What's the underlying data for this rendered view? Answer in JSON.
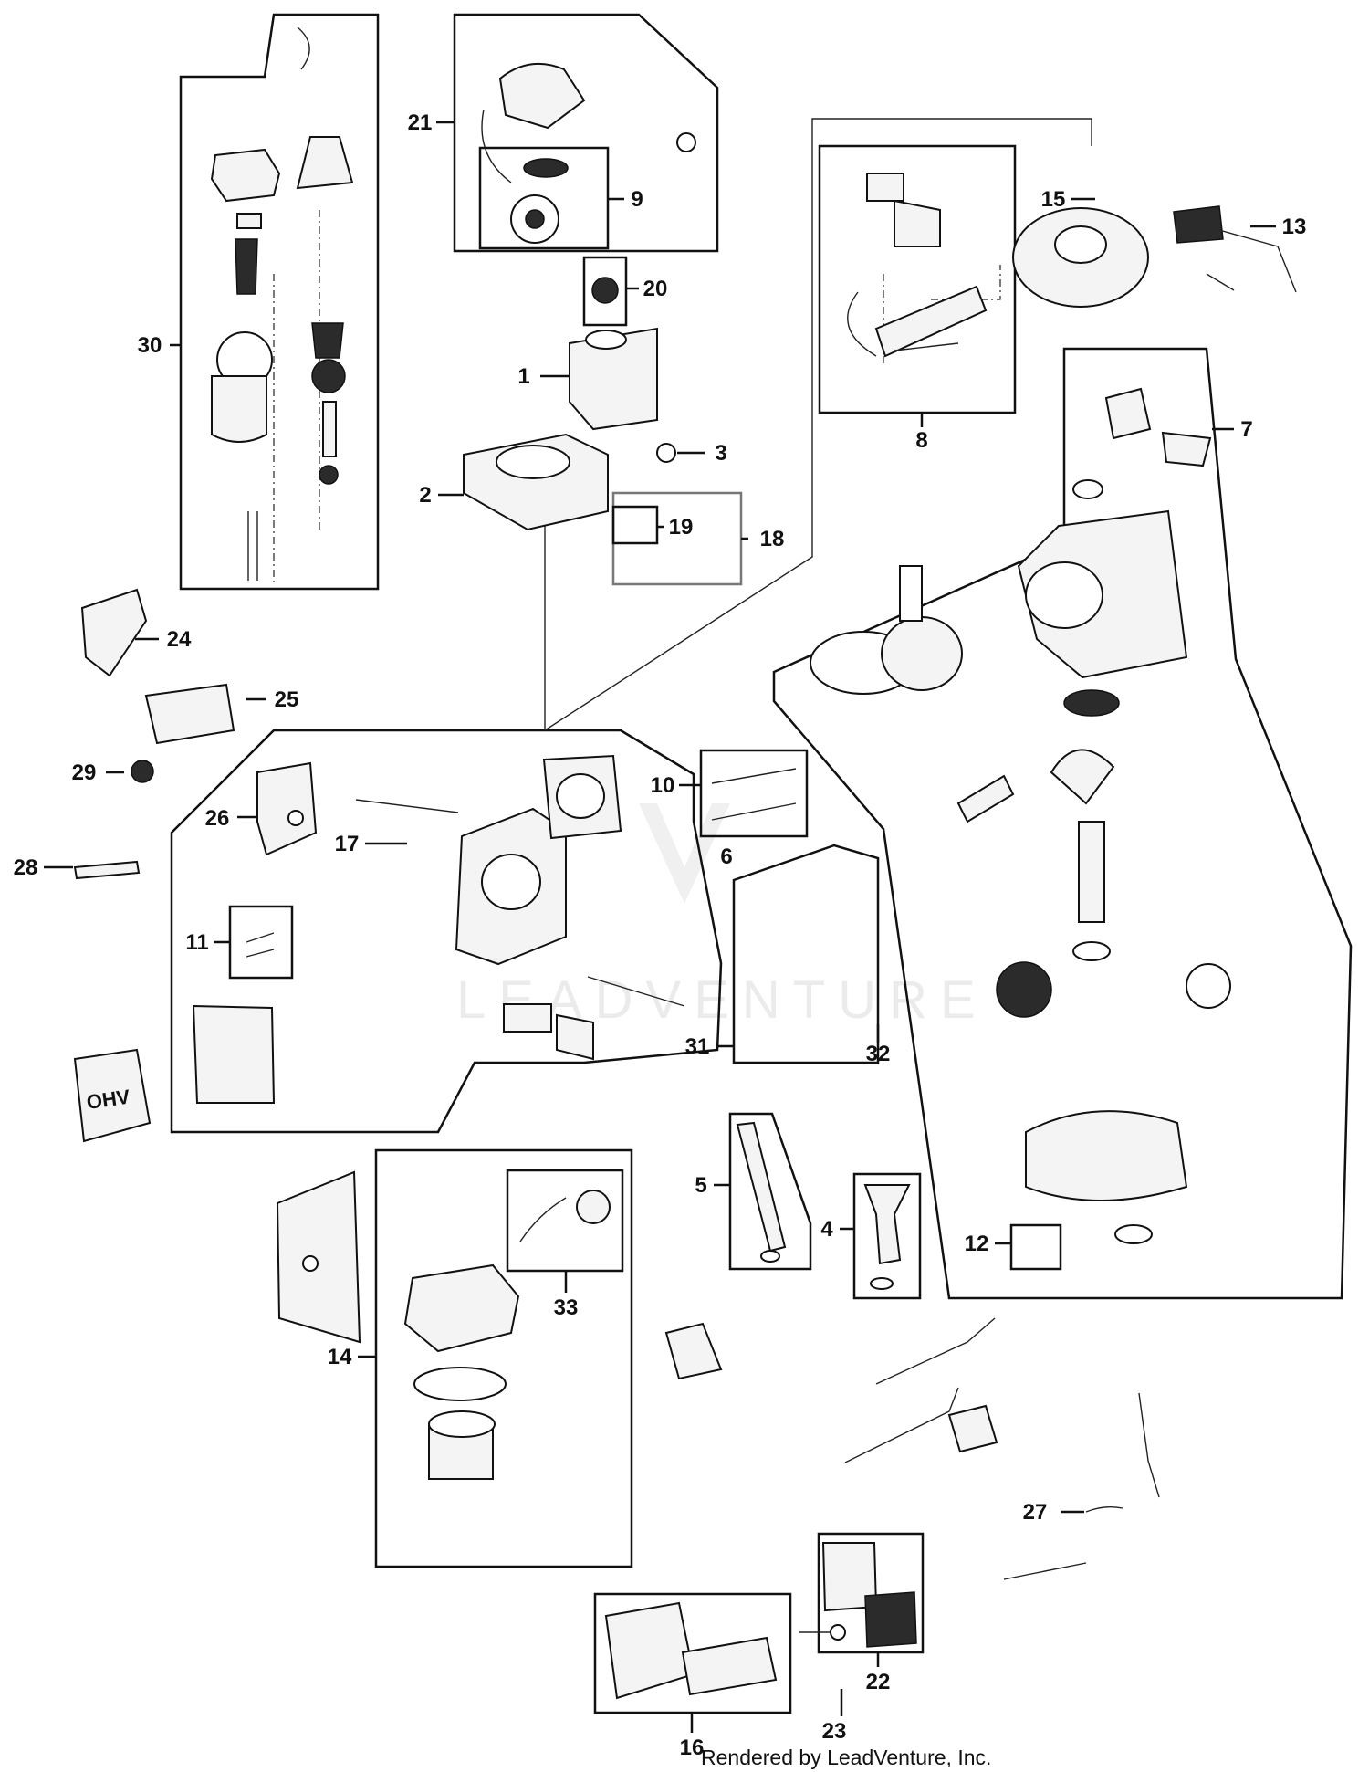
{
  "diagram": {
    "callouts": [
      {
        "id": "1",
        "label": "1"
      },
      {
        "id": "2",
        "label": "2"
      },
      {
        "id": "3",
        "label": "3"
      },
      {
        "id": "4",
        "label": "4"
      },
      {
        "id": "5",
        "label": "5"
      },
      {
        "id": "6",
        "label": "6"
      },
      {
        "id": "7",
        "label": "7"
      },
      {
        "id": "8",
        "label": "8"
      },
      {
        "id": "9",
        "label": "9"
      },
      {
        "id": "10",
        "label": "10"
      },
      {
        "id": "11",
        "label": "11"
      },
      {
        "id": "12",
        "label": "12"
      },
      {
        "id": "13",
        "label": "13"
      },
      {
        "id": "14",
        "label": "14"
      },
      {
        "id": "15",
        "label": "15"
      },
      {
        "id": "16",
        "label": "16"
      },
      {
        "id": "17",
        "label": "17"
      },
      {
        "id": "18",
        "label": "18"
      },
      {
        "id": "19",
        "label": "19"
      },
      {
        "id": "20",
        "label": "20"
      },
      {
        "id": "21",
        "label": "21"
      },
      {
        "id": "22",
        "label": "22"
      },
      {
        "id": "23",
        "label": "23"
      },
      {
        "id": "24",
        "label": "24"
      },
      {
        "id": "25",
        "label": "25"
      },
      {
        "id": "26",
        "label": "26"
      },
      {
        "id": "27",
        "label": "27"
      },
      {
        "id": "28",
        "label": "28"
      },
      {
        "id": "29",
        "label": "29"
      },
      {
        "id": "30",
        "label": "30"
      },
      {
        "id": "31",
        "label": "31"
      },
      {
        "id": "32",
        "label": "32"
      },
      {
        "id": "33",
        "label": "33"
      }
    ],
    "part_markings": {
      "valve_cover": "OHV"
    },
    "watermark": "LEADVENTURE"
  },
  "footer": {
    "credit": "Rendered by LeadVenture, Inc."
  }
}
